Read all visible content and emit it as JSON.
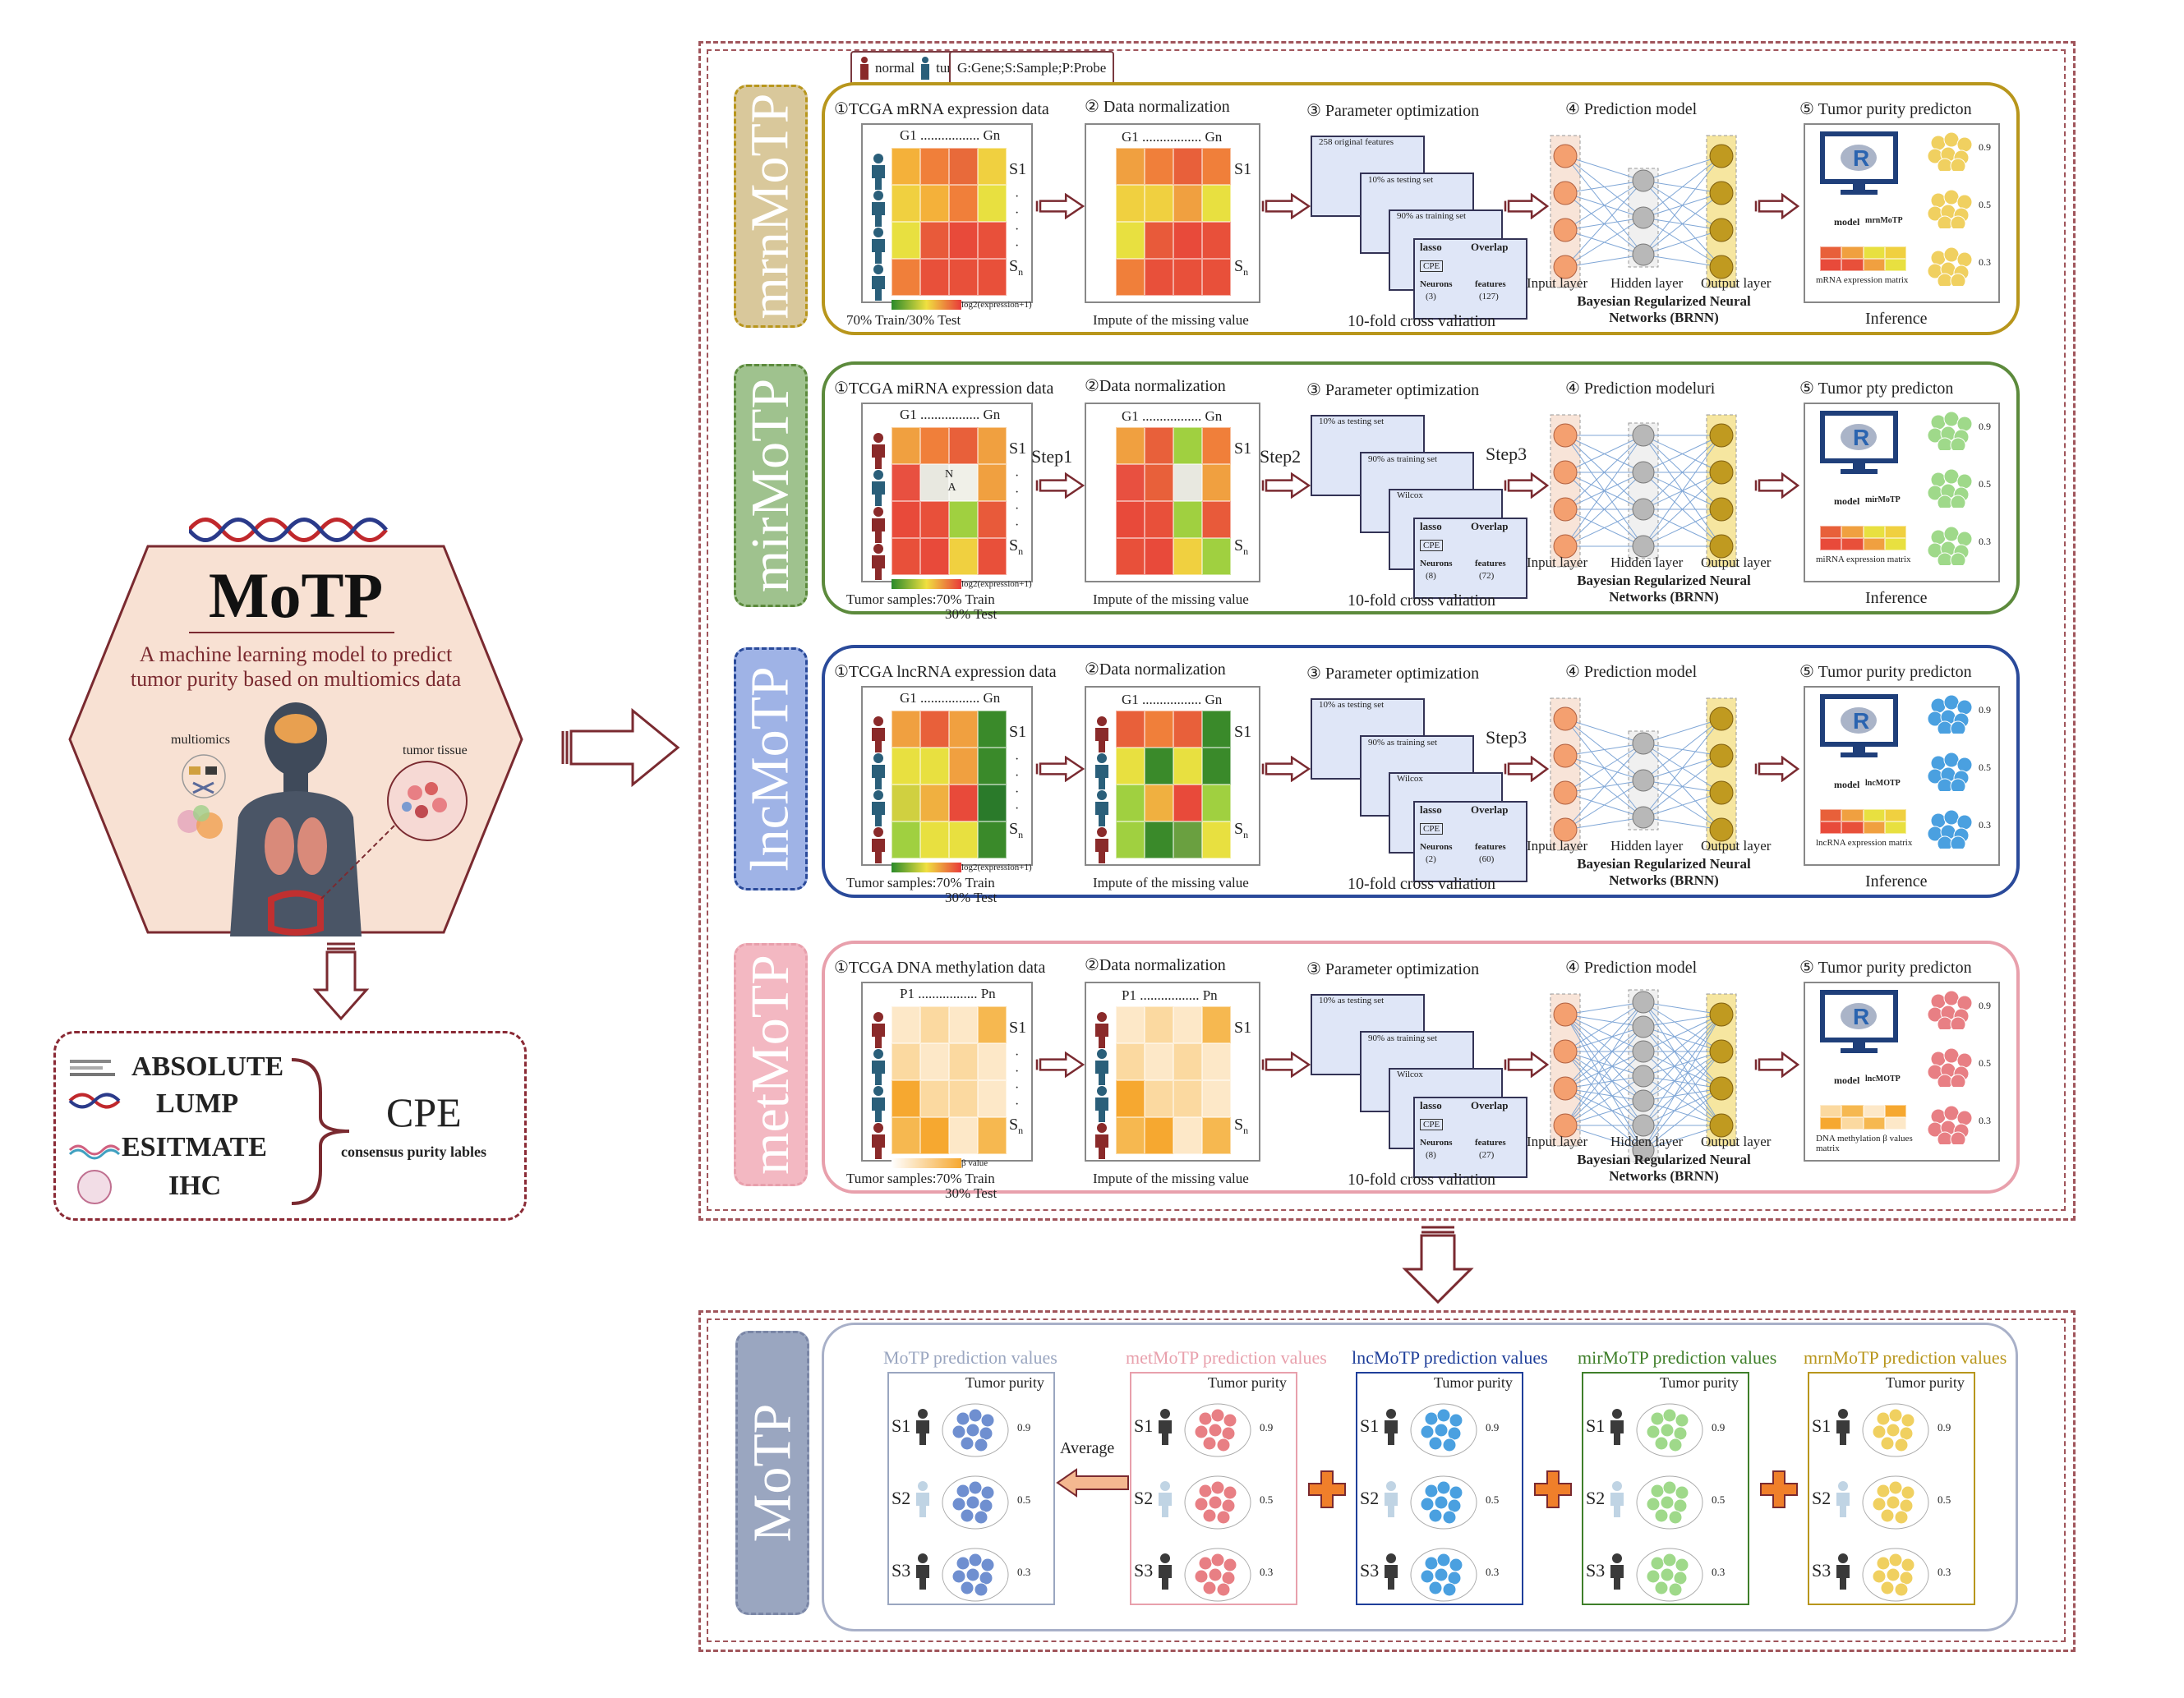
{
  "legend": {
    "normal_label": "normal",
    "tumor_label": "tumor",
    "abbrev_label": "G:Gene;S:Sample;P:Probe"
  },
  "left": {
    "title": "MoTP",
    "subtitle_line1": "A machine learning model to predict",
    "subtitle_line2": "tumor purity based on multiomics data",
    "multiomics_label": "multiomics",
    "tumor_tissue_label": "tumor tissue",
    "methods": [
      "ABSOLUTE",
      "LUMP",
      "ESITMATE",
      "IHC"
    ],
    "cpe_label": "CPE",
    "cpe_sub": "consensus purity lables"
  },
  "modules": [
    {
      "tab": "mrnMoTP",
      "color": "#b8961c",
      "tab_fill": "#d9c89b",
      "s1": "①TCGA mRNA expression data",
      "s2": "② Data normalization",
      "s3": "③ Parameter optimization",
      "s4": "④ Prediction model",
      "s5": "⑤ Tumor purity predicton",
      "g1": "G1 ................. Gn",
      "scale_label": "log2(expression+1)",
      "train_caption": "70% Train/30% Test",
      "impute_caption": "Impute of the missing value",
      "cv_caption": "10-fold cross valiation",
      "brnn_caption": "Bayesian Regularized Neural Networks (BRNN)",
      "inference": "Inference",
      "input_layer": "Input layer",
      "hidden_layer": "Hidden layer",
      "output_layer": "Output layer",
      "matrix_label": "mRNA expression matrix",
      "model_label": "model",
      "model_name": "mrnMoTP",
      "step1": "",
      "step2": "",
      "step3": "",
      "c1": "258 original features",
      "c2": "10% as testing set",
      "c3": "90% as training set",
      "lasso": "lasso",
      "overlap": "Overlap",
      "neurons": "Neurons",
      "neurons_n": "(3)",
      "features": "features",
      "features_n": "(127)",
      "cpe": "CPE",
      "vals": [
        "0.9",
        "0.5",
        "0.3"
      ]
    },
    {
      "tab": "mirMoTP",
      "color": "#5c8a3c",
      "tab_fill": "#9fc28e",
      "s1": "①TCGA miRNA expression data",
      "s2": "②Data normalization",
      "s3": "③ Parameter optimization",
      "s4": "④ Prediction modeluri",
      "s5": "⑤ Tumor pty predicton",
      "g1": "G1 ................. Gn",
      "scale_label": "log2(expression+1)",
      "train_caption": "Tumor samples:70% Train",
      "train_caption2": "30% Test",
      "impute_caption": "Impute of the missing value",
      "cv_caption": "10-fold cross valiation",
      "brnn_caption": "Bayesian Regularized Neural Networks (BRNN)",
      "inference": "Inference",
      "input_layer": "Input layer",
      "hidden_layer": "Hidden layer",
      "output_layer": "Output layer",
      "matrix_label": "miRNA expression matrix",
      "model_label": "model",
      "model_name": "mirMoTP",
      "step1": "Step1",
      "step2": "Step2",
      "step3": "Step3",
      "c1": "10% as testing set",
      "c2": "90% as training set",
      "c3": "Wilcox",
      "lasso": "lasso",
      "overlap": "Overlap",
      "neurons": "Neurons",
      "neurons_n": "(8)",
      "features": "features",
      "features_n": "(72)",
      "cpe": "CPE",
      "vals": [
        "0.9",
        "0.5",
        "0.3"
      ]
    },
    {
      "tab": "lncMoTP",
      "color": "#2a4a9a",
      "tab_fill": "#9fb3e6",
      "s1": "①TCGA lncRNA expression data",
      "s2": "②Data normalization",
      "s3": "③ Parameter optimization",
      "s4": "④ Prediction model",
      "s5": "⑤ Tumor purity predicton",
      "g1": "G1 ................. Gn",
      "scale_label": "log2(expression+1)",
      "train_caption": "Tumor samples:70% Train",
      "train_caption2": "30% Test",
      "impute_caption": "Impute of the missing value",
      "cv_caption": "10-fold cross valiation",
      "brnn_caption": "Bayesian Regularized Neural Networks (BRNN)",
      "inference": "Inference",
      "input_layer": "Input layer",
      "hidden_layer": "Hidden layer",
      "output_layer": "Output layer",
      "matrix_label": "lncRNA expression matrix",
      "model_label": "model",
      "model_name": "lncMOTP",
      "step1": "",
      "step2": "",
      "step3": "Step3",
      "c1": "10% as testing set",
      "c2": "90% as training set",
      "c3": "Wilcox",
      "lasso": "lasso",
      "overlap": "Overlap",
      "neurons": "Neurons",
      "neurons_n": "(2)",
      "features": "features",
      "features_n": "(60)",
      "cpe": "CPE",
      "vals": [
        "0.9",
        "0.5",
        "0.3"
      ]
    },
    {
      "tab": "metMoTP",
      "color": "#e8a0ac",
      "tab_fill": "#f3b8c2",
      "s1": "①TCGA DNA methylation data",
      "s2": "②Data normalization",
      "s3": "③ Parameter optimization",
      "s4": "④ Prediction model",
      "s5": "⑤ Tumor purity predicton",
      "g1": "P1 ................. Pn",
      "scale_label": "β value",
      "train_caption": "Tumor samples:70% Train",
      "train_caption2": "30% Test",
      "impute_caption": "Impute of the missing value",
      "cv_caption": "10-fold cross valiation",
      "brnn_caption": "Bayesian Regularized Neural Networks (BRNN)",
      "inference": "",
      "input_layer": "Input layer",
      "hidden_layer": "Hidden layer",
      "output_layer": "Output layer",
      "matrix_label": "DNA methylation β values matrix",
      "model_label": "model",
      "model_name": "lncMOTP",
      "step1": "",
      "step2": "",
      "step3": "",
      "c1": "10% as testing set",
      "c2": "90% as training set",
      "c3": "Wilcox",
      "lasso": "lasso",
      "overlap": "Overlap",
      "neurons": "Neurons",
      "neurons_n": "(8)",
      "features": "features",
      "features_n": "(27)",
      "cpe": "CPE",
      "vals": [
        "0.9",
        "0.5",
        "0.3"
      ]
    }
  ],
  "bottom": {
    "tab": "MoTP",
    "average_label": "Average",
    "tumor_purity": "Tumor purity",
    "samples": [
      "S1",
      "S2",
      "S3"
    ],
    "vals": [
      "0.9",
      "0.5",
      "0.3"
    ],
    "results": [
      {
        "title": "MoTP prediction values",
        "color": "#9aa6c0",
        "cell": "#6f8fd0"
      },
      {
        "title": "metMoTP prediction values",
        "color": "#e8a0ac",
        "cell": "#e87f84"
      },
      {
        "title": "lncMoTP prediction values",
        "color": "#1f3f9a",
        "cell": "#4aa0e0"
      },
      {
        "title": "mirMoTP prediction values",
        "color": "#3f7f2a",
        "cell": "#9fd98a"
      },
      {
        "title": "mrnMoTP prediction values",
        "color": "#b8961c",
        "cell": "#f0d060"
      }
    ]
  }
}
